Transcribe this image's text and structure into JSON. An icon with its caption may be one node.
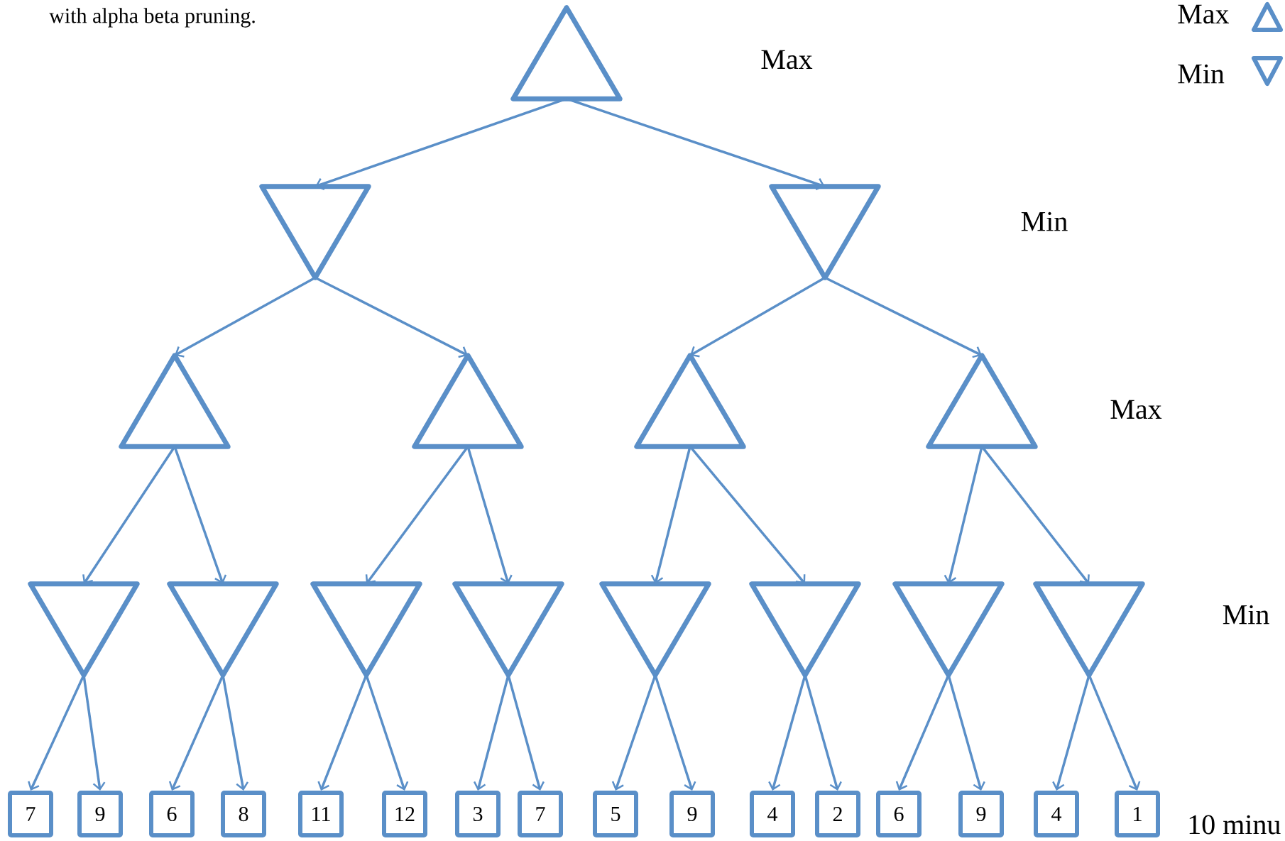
{
  "diagram": {
    "nodes": [
      {
        "text": [],
        "shape": "triangle"
      },
      {
        "text": [],
        "shape": "triangle"
      },
      {
        "text": [],
        "shape": "triangle"
      },
      {
        "text": [],
        "shape": "triangle"
      },
      {
        "text": [],
        "shape": "triangle"
      },
      {
        "text": [],
        "shape": "triangle"
      },
      {
        "text": [],
        "shape": "triangle"
      },
      {
        "text": [],
        "shape": "triangle"
      },
      {
        "text": [],
        "shape": "triangle"
      },
      {
        "text": [],
        "shape": "triangle"
      },
      {
        "text": [],
        "shape": "triangle"
      },
      {
        "text": [],
        "shape": "triangle"
      },
      {
        "text": [],
        "shape": "triangle"
      },
      {
        "text": [],
        "shape": "triangle"
      },
      {
        "text": [],
        "shape": "triangle"
      },
      {
        "text": [
          "7"
        ]
      },
      {
        "text": [
          "9"
        ]
      },
      {
        "text": [
          "6"
        ]
      },
      {
        "text": [
          "8"
        ]
      },
      {
        "text": [
          "11"
        ]
      },
      {
        "text": [
          "12"
        ]
      },
      {
        "text": [
          "3"
        ]
      },
      {
        "text": [
          "7"
        ]
      },
      {
        "text": [
          "5"
        ]
      },
      {
        "text": [
          "9"
        ]
      },
      {
        "text": [
          "4"
        ]
      },
      {
        "text": [
          "2"
        ]
      },
      {
        "text": [
          "6"
        ]
      },
      {
        "text": [
          "9"
        ]
      },
      {
        "text": [
          "4"
        ]
      },
      {
        "text": [
          "1"
        ]
      }
    ],
    "edges": [
      {
        "from": 0,
        "to": 1,
        "arrow": "to"
      },
      {
        "from": 0,
        "to": 2,
        "arrow": "to"
      },
      {
        "from": 1,
        "to": 3,
        "arrow": "to"
      },
      {
        "from": 1,
        "to": 4,
        "arrow": "to"
      },
      {
        "from": 2,
        "to": 5,
        "arrow": "to"
      },
      {
        "from": 2,
        "to": 6,
        "arrow": "to"
      },
      {
        "from": 3,
        "to": 7,
        "arrow": "to"
      },
      {
        "from": 3,
        "to": 8,
        "arrow": "to"
      },
      {
        "from": 4,
        "to": 9,
        "arrow": "to"
      },
      {
        "from": 4,
        "to": 10,
        "arrow": "to"
      },
      {
        "from": 5,
        "to": 11,
        "arrow": "to"
      },
      {
        "from": 5,
        "to": 12,
        "arrow": "to"
      },
      {
        "from": 6,
        "to": 13,
        "arrow": "to"
      },
      {
        "from": 6,
        "to": 14,
        "arrow": "to"
      },
      {
        "from": 7,
        "to": 15,
        "arrow": "to"
      },
      {
        "from": 7,
        "to": 16,
        "arrow": "to"
      },
      {
        "from": 8,
        "to": 17,
        "arrow": "to"
      },
      {
        "from": 8,
        "to": 18,
        "arrow": "to"
      },
      {
        "from": 9,
        "to": 19,
        "arrow": "to"
      },
      {
        "from": 9,
        "to": 20,
        "arrow": "to"
      },
      {
        "from": 10,
        "to": 21,
        "arrow": "to"
      },
      {
        "from": 10,
        "to": 22,
        "arrow": "to"
      },
      {
        "from": 11,
        "to": 23,
        "arrow": "to"
      },
      {
        "from": 11,
        "to": 24,
        "arrow": "to"
      },
      {
        "from": 12,
        "to": 25,
        "arrow": "to"
      },
      {
        "from": 12,
        "to": 26,
        "arrow": "to"
      },
      {
        "from": 13,
        "to": 27,
        "arrow": "to"
      },
      {
        "from": 13,
        "to": 28,
        "arrow": "to"
      },
      {
        "from": 14,
        "to": 29,
        "arrow": "to"
      },
      {
        "from": 14,
        "to": 30,
        "arrow": "to"
      }
    ],
    "labels": [
      "with alpha beta pruning.",
      "Max",
      "Min",
      "Max",
      "Min",
      "10 minu"
    ],
    "legend": [
      {
        "text": "Max"
      },
      {
        "text": "Min"
      }
    ]
  }
}
